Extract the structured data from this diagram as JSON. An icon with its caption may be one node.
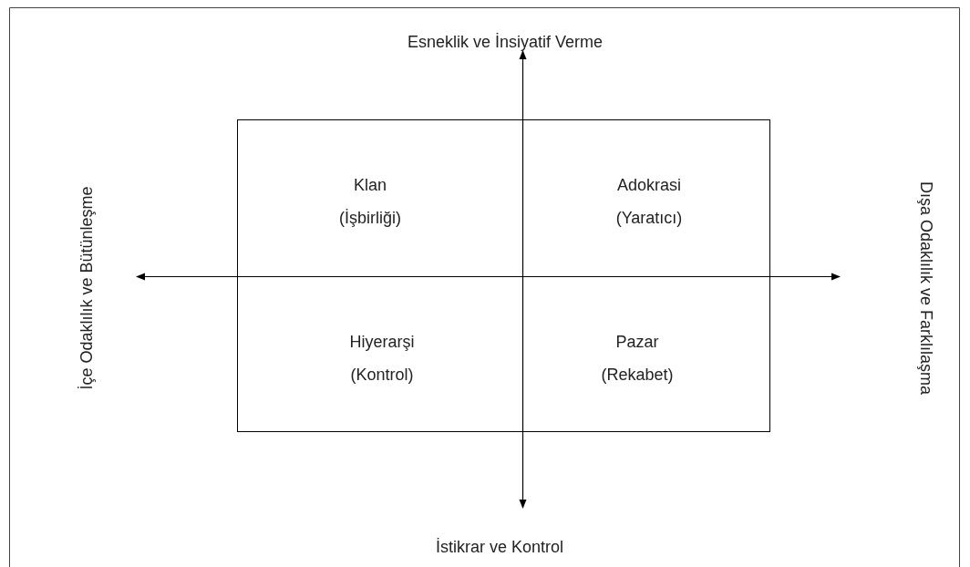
{
  "diagram": {
    "nodes": [
      {
        "text": [
          "Klan (İşbirliği)",
          "Adokrasi (Yaratıcı)",
          "Hiyerarşi (Kontrol)",
          "Pazar (Rekabet)"
        ]
      }
    ],
    "labels": [
      "Esneklik ve İnsiyatif Verme",
      "İçe Odaklılık ve Bütünleşme",
      "Dışa Odaklılık ve Farklılaşma",
      "İstikrar ve Kontrol"
    ]
  }
}
